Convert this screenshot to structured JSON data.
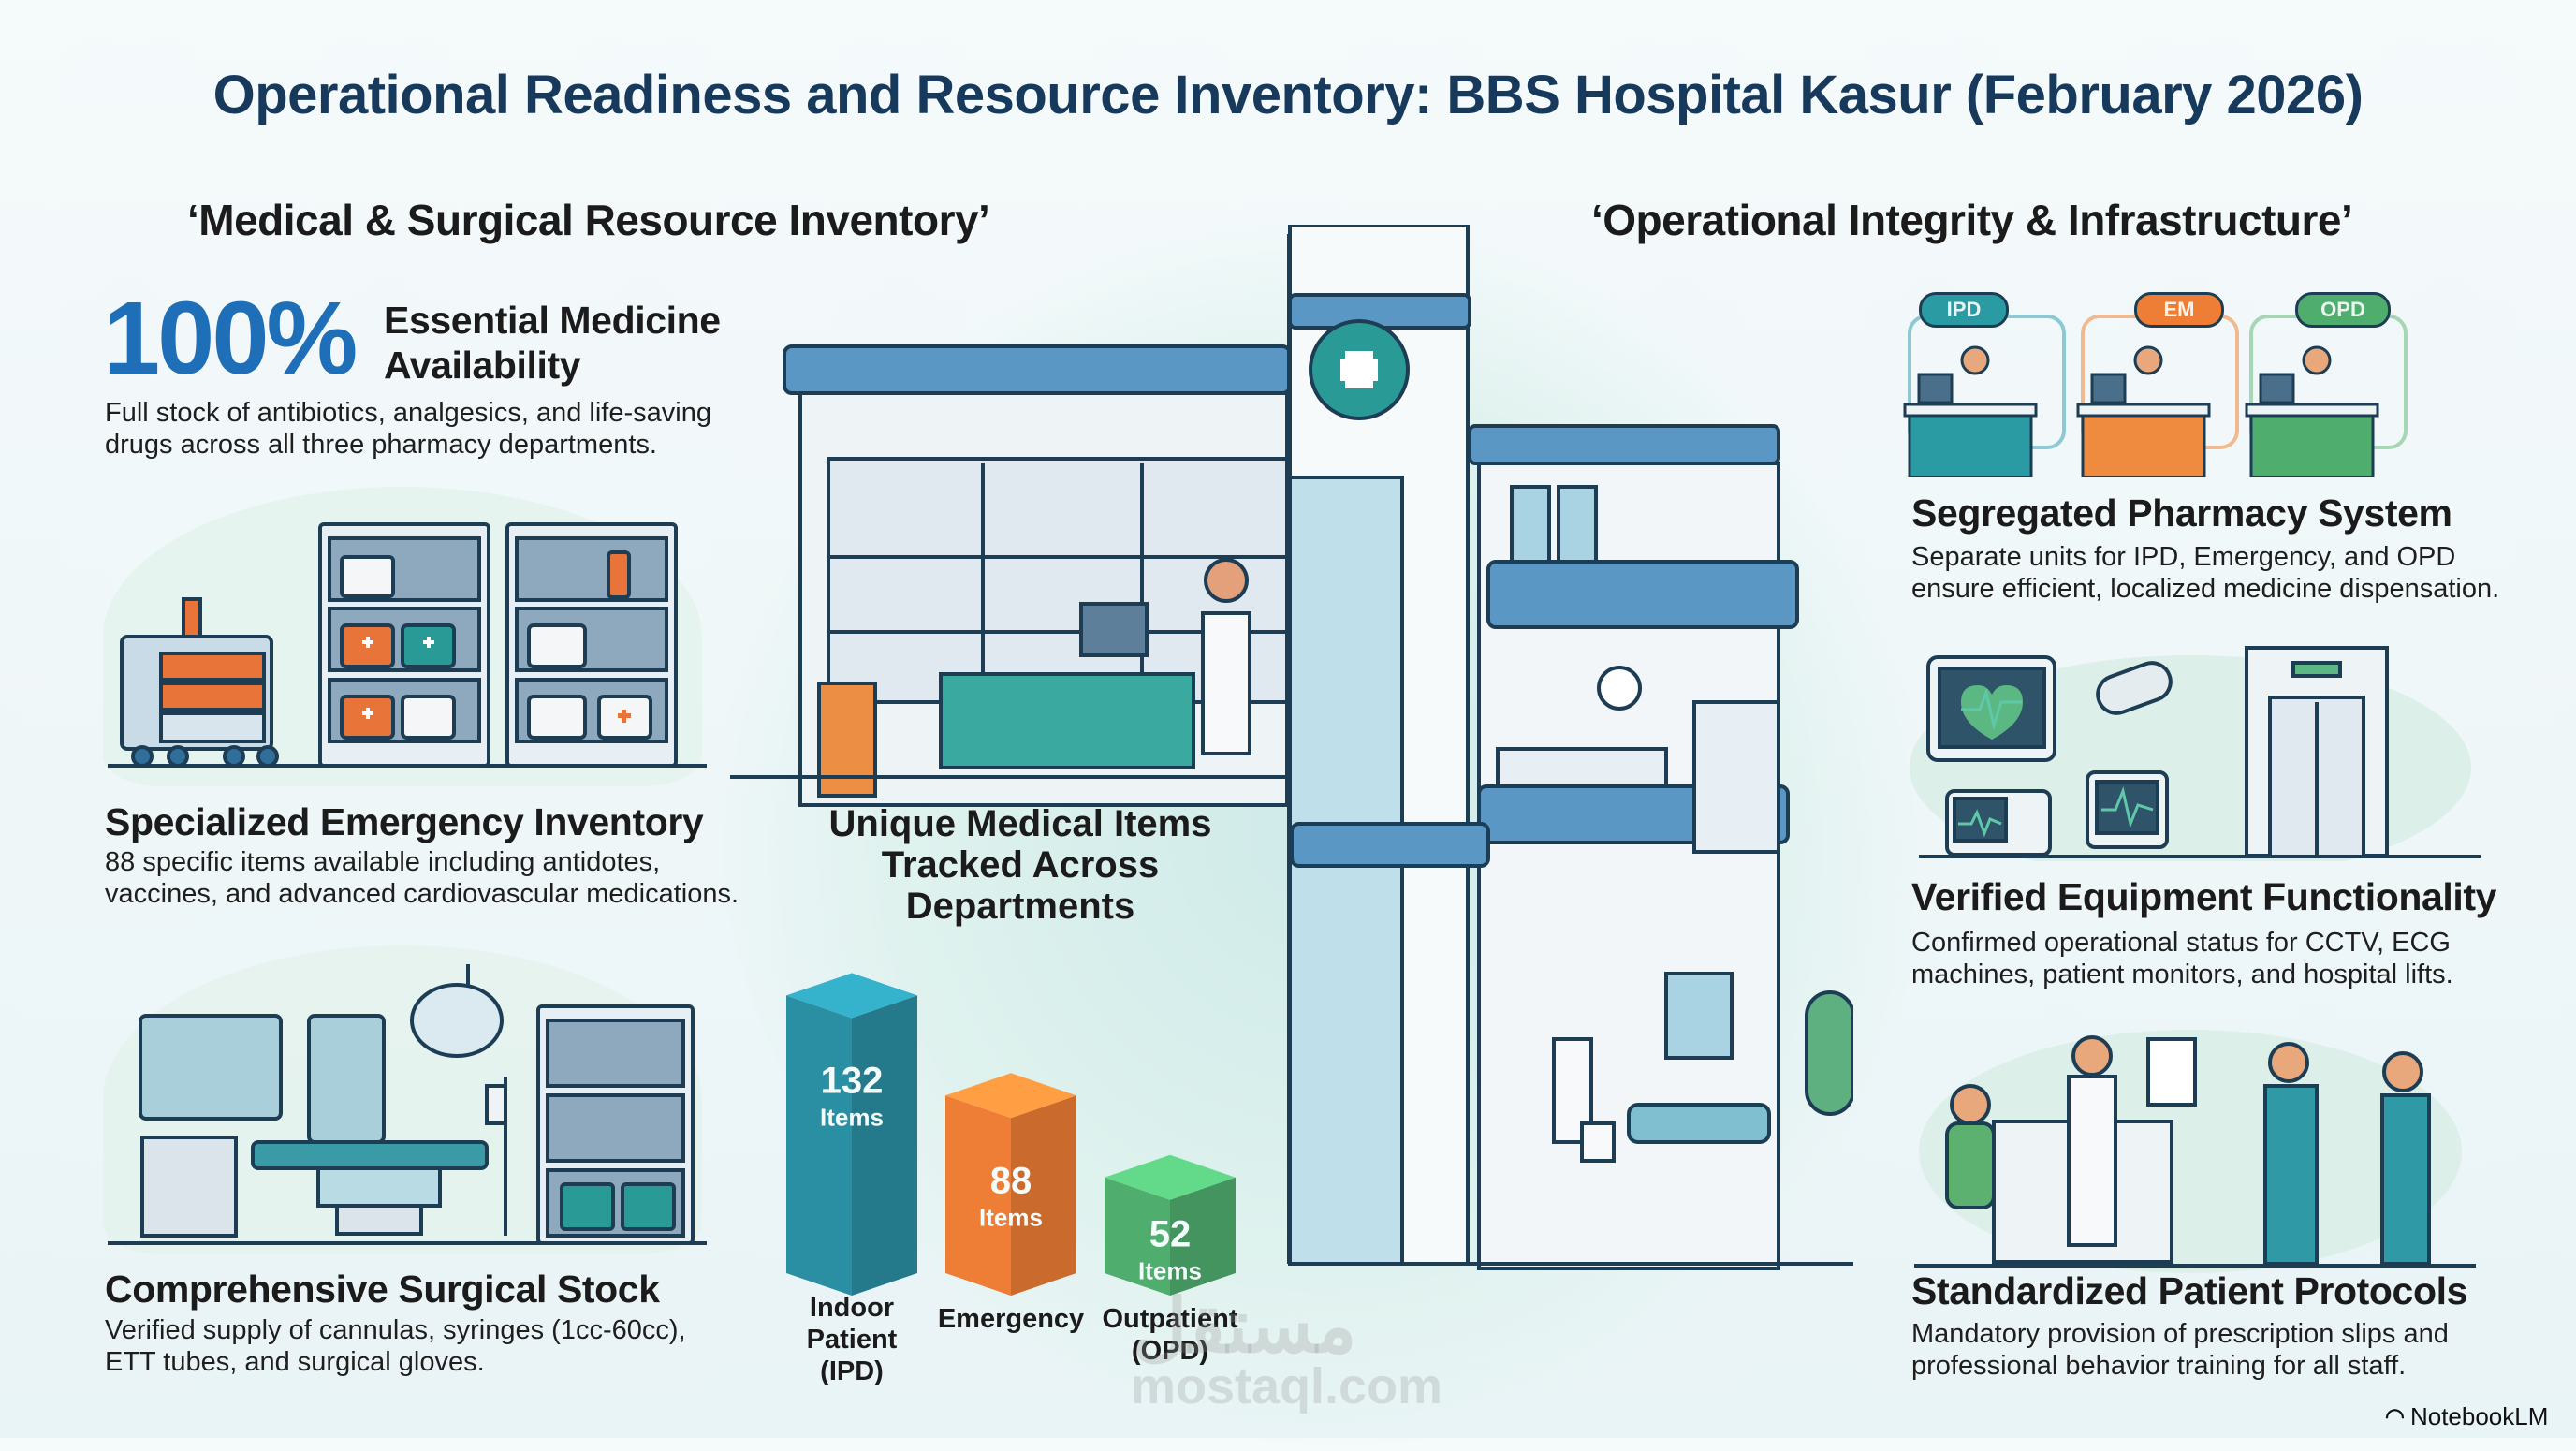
{
  "title": "Operational Readiness and Resource Inventory: BBS Hospital Kasur (February 2026)",
  "left_section": {
    "heading": "‘Medical & Surgical Resource Inventory’",
    "essential": {
      "stat": "100%",
      "label_line1": "Essential Medicine",
      "label_line2": "Availability",
      "desc_line1": "Full stock of antibiotics, analgesics, and life-saving",
      "desc_line2": "drugs across all three pharmacy departments."
    },
    "emergency": {
      "title": "Specialized Emergency Inventory",
      "desc_line1": "88 specific items available including antidotes,",
      "desc_line2": "vaccines, and advanced cardiovascular medications."
    },
    "surgical": {
      "title": "Comprehensive Surgical Stock",
      "desc_line1": "Verified supply of cannulas, syringes (1cc-60cc),",
      "desc_line2": "ETT tubes, and surgical gloves."
    }
  },
  "center": {
    "chart_title_line1": "Unique Medical Items",
    "chart_title_line2": "Tracked Across Departments"
  },
  "chart_data": {
    "type": "bar",
    "title": "Unique Medical Items Tracked Across Departments",
    "categories": [
      "Indoor Patient (IPD)",
      "Emergency",
      "Outpatient (OPD)"
    ],
    "values": [
      132,
      88,
      52
    ],
    "unit_label": "Items",
    "xlabel": "",
    "ylabel": "",
    "ylim": [
      0,
      140
    ],
    "grid": false,
    "colors": [
      "#2a8fa3",
      "#ee7e35",
      "#4fae6e"
    ],
    "label_lines": [
      [
        "Indoor",
        "Patient",
        "(IPD)"
      ],
      [
        "Emergency"
      ],
      [
        "Outpatient",
        "(OPD)"
      ]
    ]
  },
  "right_section": {
    "heading": "‘Operational Integrity & Infrastructure’",
    "pharmacy_badges": [
      "IPD",
      "EM",
      "OPD"
    ],
    "pharmacy": {
      "title": "Segregated Pharmacy System",
      "desc_line1": "Separate units for IPD, Emergency, and OPD",
      "desc_line2": "ensure efficient, localized medicine dispensation."
    },
    "equipment": {
      "title": "Verified Equipment Functionality",
      "desc_line1": "Confirmed operational status for CCTV, ECG",
      "desc_line2": "machines, patient monitors, and hospital lifts."
    },
    "protocols": {
      "title": "Standardized Patient Protocols",
      "desc_line1": "Mandatory provision of prescription slips and",
      "desc_line2": "professional behavior training for all staff."
    }
  },
  "branding": {
    "notebooklm": "NotebookLM",
    "watermark_arabic": "مستقل",
    "watermark_latin": "mostaql.com"
  },
  "colors": {
    "title": "#173a5c",
    "accent_blue": "#1f6fb8",
    "ipd": "#2a8fa3",
    "em": "#ee7e35",
    "opd": "#4fae6e",
    "outline": "#1d3d55"
  }
}
